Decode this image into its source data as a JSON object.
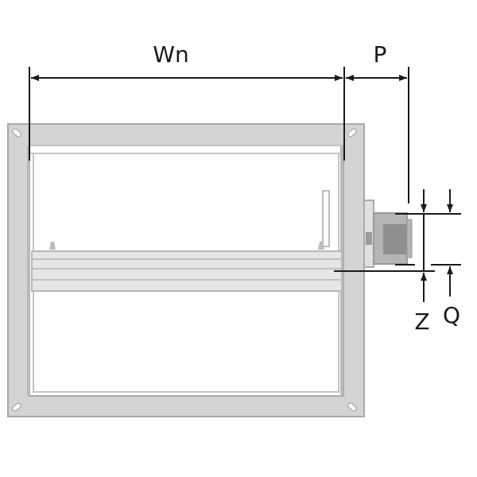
{
  "dimensions": {
    "width_label": "Wn",
    "projection_label": "P",
    "offset_label": "Z",
    "height_label": "Q"
  },
  "colors": {
    "frame": "#d4d4d4",
    "frame_edge": "#a9a9a9",
    "actuator": "#9a9a9a",
    "line": "#1a1a1a"
  }
}
